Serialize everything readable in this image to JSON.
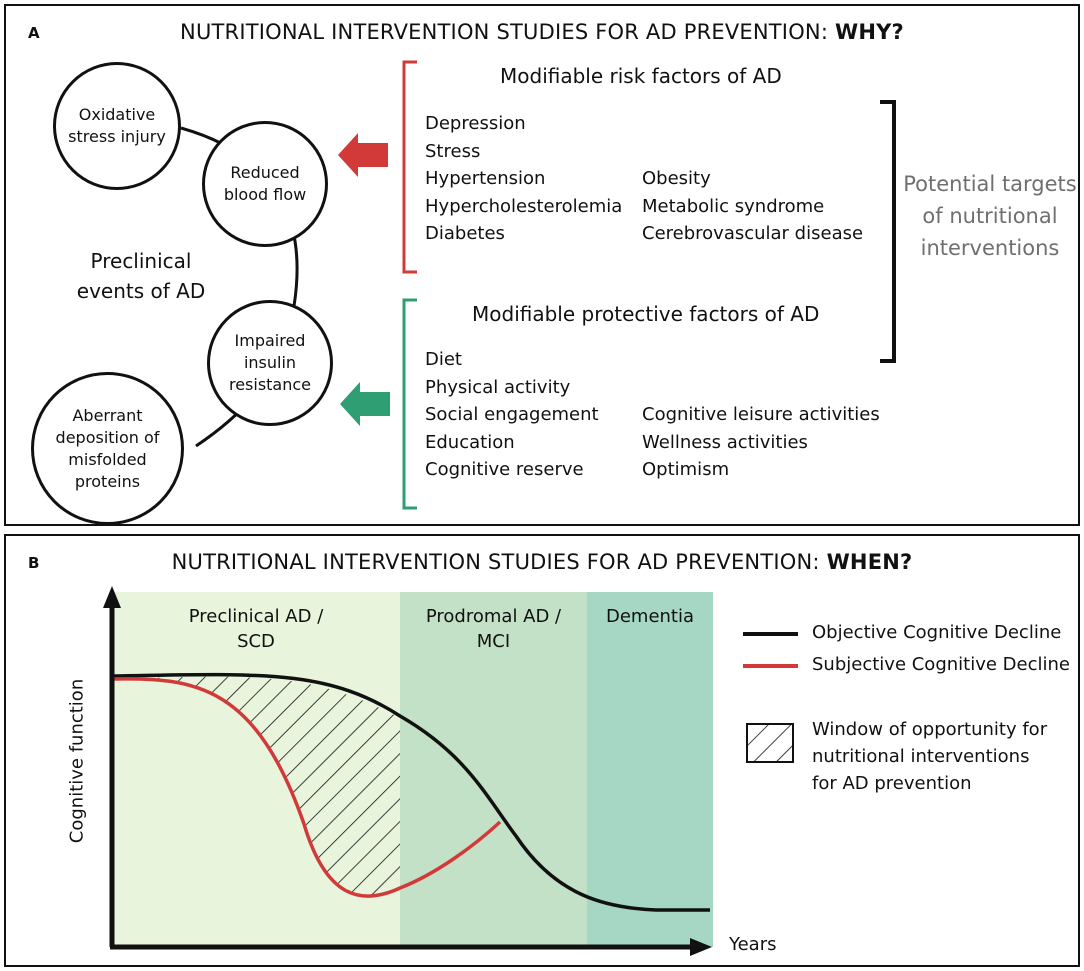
{
  "panel_a": {
    "letter": "A",
    "title_main": "NUTRITIONAL INTERVENTION STUDIES FOR AD PREVENTION:",
    "title_emph": "WHY?",
    "preclinical_label_l1": "Preclinical",
    "preclinical_label_l2": "events of AD",
    "circles": {
      "oxidative": [
        "Oxidative",
        "stress injury"
      ],
      "blood_flow": [
        "Reduced",
        "blood flow"
      ],
      "insulin": [
        "Impaired",
        "insulin",
        "resistance"
      ],
      "aberrant": [
        "Aberrant",
        "deposition of",
        "misfolded",
        "proteins"
      ]
    },
    "risk": {
      "heading": "Modifiable risk factors of AD",
      "col1": [
        "Depression",
        "Stress",
        "Hypertension",
        "Hypercholesterolemia",
        "Diabetes"
      ],
      "col2": [
        "Obesity",
        "Metabolic syndrome",
        "Cerebrovascular disease"
      ],
      "color": "#d23a3a"
    },
    "protective": {
      "heading": "Modifiable protective factors of AD",
      "col1": [
        "Diet",
        "Physical activity",
        "Social engagement",
        "Education",
        "Cognitive reserve"
      ],
      "col2": [
        "Cognitive leisure activities",
        "Wellness activities",
        "Optimism"
      ],
      "color": "#2f9e72"
    },
    "targets": [
      "Potential targets",
      "of nutritional",
      "interventions"
    ]
  },
  "panel_b": {
    "letter": "B",
    "title_main": "NUTRITIONAL INTERVENTION STUDIES FOR AD PREVENTION:",
    "title_emph": "WHEN?",
    "y_label": "Cognitive function",
    "x_label": "Years",
    "zones": [
      {
        "lines": [
          "Preclinical AD /",
          "SCD"
        ],
        "color": "#e8f4dc"
      },
      {
        "lines": [
          "Prodromal AD /",
          "MCI"
        ],
        "color": "#c3e1c6"
      },
      {
        "lines": [
          "Dementia"
        ],
        "color": "#a6d7c5"
      }
    ],
    "legend": {
      "objective": "Objective Cognitive Decline",
      "subjective": "Subjective Cognitive Decline",
      "window": [
        "Window of opportunity for",
        "nutritional interventions",
        "for AD prevention"
      ]
    },
    "colors": {
      "objective": "#111111",
      "subjective": "#d23a3a"
    }
  }
}
